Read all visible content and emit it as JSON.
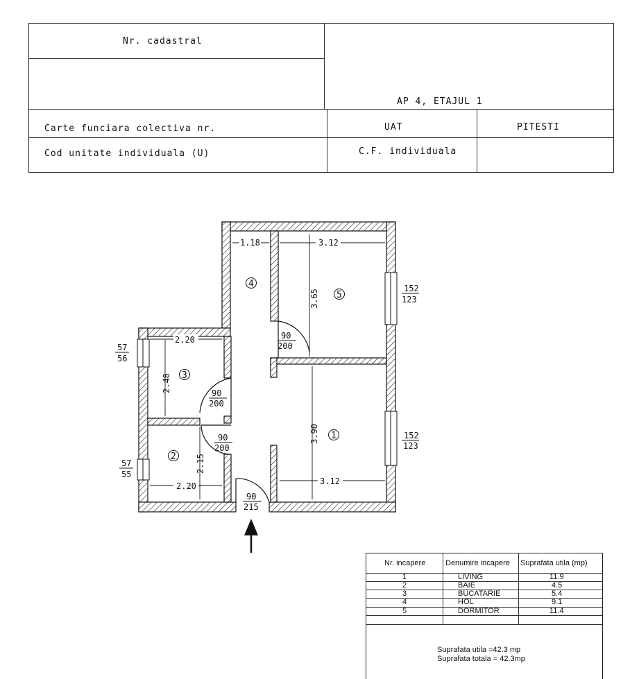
{
  "header": {
    "nr_cadastral_label": "Nr. cadastral",
    "apartment_label": "AP 4, ETAJUL 1",
    "cf_colectiva_label": "Carte funciara colectiva nr.",
    "uat_label": "UAT",
    "uat_value": "PITESTI",
    "cod_unitate_label": "Cod unitate individuala (U)",
    "cf_individuala_label": "C.F. individuala"
  },
  "plan": {
    "room_numbers": [
      "1",
      "2",
      "3",
      "4",
      "5"
    ],
    "dims": {
      "hol_width": "1.18",
      "dormitor_width": "3.12",
      "dormitor_depth": "3.65",
      "living_depth": "3.90",
      "living_width": "3.12",
      "bucatarie_width": "2.20",
      "bucatarie_depth": "2.48",
      "baie_width": "2.20",
      "baie_depth": "2.15"
    },
    "windows": {
      "dormitor": [
        "152",
        "123"
      ],
      "living": [
        "152",
        "123"
      ],
      "bucatarie": [
        "57",
        "56"
      ],
      "baie": [
        "57",
        "55"
      ]
    },
    "doors": {
      "dormitor": [
        "90",
        "200"
      ],
      "bucatarie": [
        "90",
        "200"
      ],
      "baie": [
        "90",
        "200"
      ],
      "entrance": [
        "90",
        "215"
      ]
    }
  },
  "rooms_table": {
    "headers": [
      "Nr. incapere",
      "Denumire incapere",
      "Suprafata utila (mp)"
    ],
    "rows": [
      [
        "1",
        "LIVING",
        "11.9"
      ],
      [
        "2",
        "BAIE",
        "4.5"
      ],
      [
        "3",
        "BUCATARIE",
        "5.4"
      ],
      [
        "4",
        "HOL",
        "9.1"
      ],
      [
        "5",
        "DORMITOR",
        "11.4"
      ]
    ],
    "suprafata_utila": "Suprafata utila =42.3 mp",
    "suprafata_totala": "Suprafata totala = 42.3mp"
  }
}
